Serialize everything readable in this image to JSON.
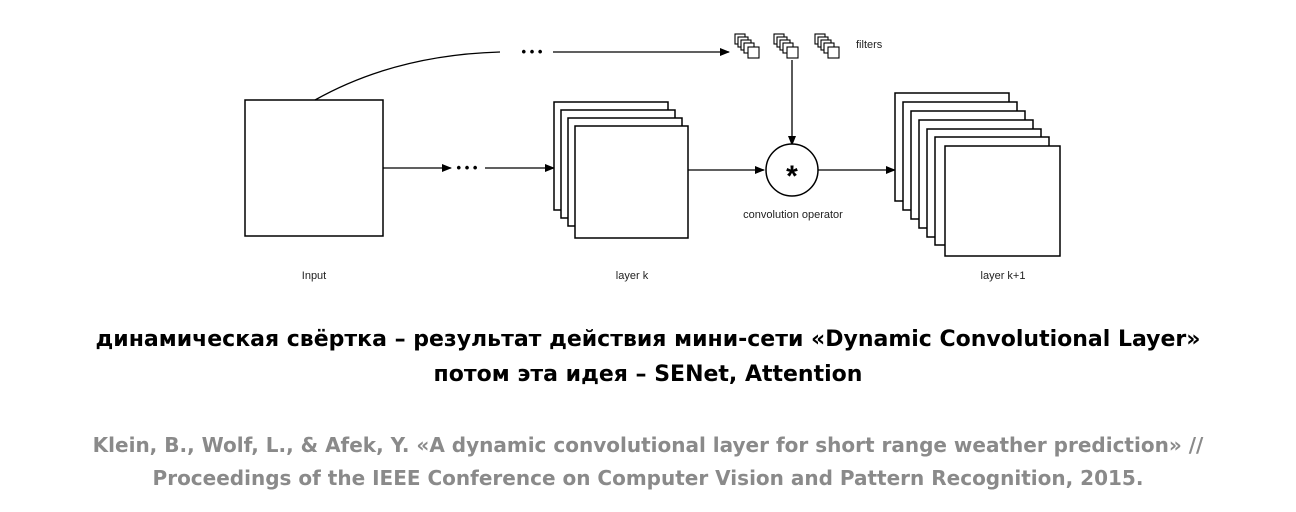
{
  "diagram": {
    "labels": {
      "input": "Input",
      "layer_k": "layer k",
      "layer_k1": "layer k+1",
      "filters": "filters",
      "operator": "convolution operator",
      "operator_symbol": "*",
      "dots": "• • •"
    },
    "stack_counts": {
      "layer_k": 4,
      "layer_k1": 7,
      "filter_groups": 3
    }
  },
  "caption": {
    "line1": "динамическая свёртка – результат действия мини-сети «Dynamic Convolutional Layer»",
    "line2": "потом эта идея – SENet, Attention"
  },
  "reference": {
    "line1": "Klein, B., Wolf, L., & Afek, Y. «A dynamic convolutional layer for short range weather prediction» //",
    "line2": "Proceedings of the IEEE Conference on Computer Vision and Pattern Recognition, 2015."
  }
}
